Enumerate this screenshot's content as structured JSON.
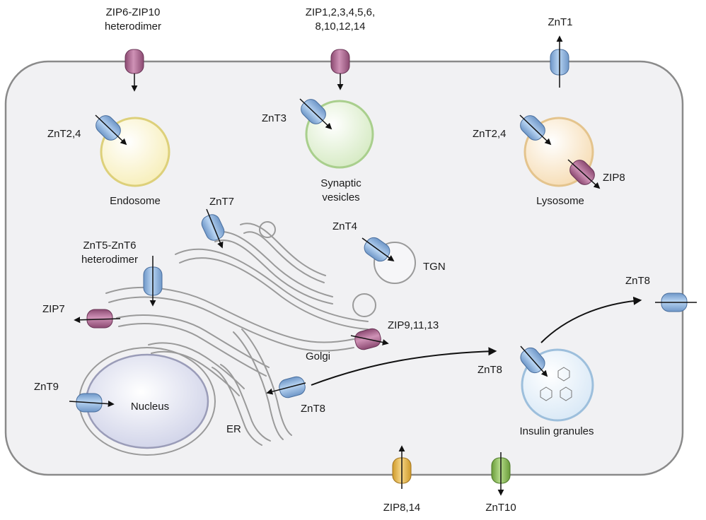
{
  "labels": {
    "zip6_zip10_line1": "ZIP6-ZIP10",
    "zip6_zip10_line2": "heterodimer",
    "zip_group_line1": "ZIP1,2,3,4,5,6,",
    "zip_group_line2": "8,10,12,14",
    "znt1": "ZnT1",
    "znt2_4_endosome": "ZnT2,4",
    "endosome": "Endosome",
    "znt3": "ZnT3",
    "synaptic_line1": "Synaptic",
    "synaptic_line2": "vesicles",
    "znt2_4_lysosome": "ZnT2,4",
    "zip8_lysosome": "ZIP8",
    "lysosome": "Lysosome",
    "znt7": "ZnT7",
    "znt4": "ZnT4",
    "tgn": "TGN",
    "znt5_znt6_line1": "ZnT5-ZnT6",
    "znt5_znt6_line2": "heterodimer",
    "zip7": "ZIP7",
    "zip9_11_13": "ZIP9,11,13",
    "golgi": "Golgi",
    "znt8_membrane": "ZnT8",
    "znt9": "ZnT9",
    "nucleus": "Nucleus",
    "er": "ER",
    "znt8_er": "ZnT8",
    "znt8_granule": "ZnT8",
    "insulin_granules": "Insulin granules",
    "zip8_14": "ZIP8,14",
    "znt10": "ZnT10"
  },
  "colors": {
    "cell_fill": "#f1f1f3",
    "cell_stroke": "#8a8a8a",
    "znt_blue": "#8fb6e3",
    "zip_purple": "#b06a92",
    "zip8_14_yellow": "#e8b84a",
    "znt10_green": "#8cbf5a",
    "endosome_fill": "#fbf6d2",
    "endosome_stroke": "#ddd07a",
    "synaptic_fill": "#e6f2da",
    "synaptic_stroke": "#a9cf8d",
    "lysosome_fill": "#fbead0",
    "lysosome_stroke": "#e4c48d",
    "nucleus_fill": "#dfe1f1",
    "nucleus_stroke": "#9a9cb8",
    "granule_fill": "#e5f0fa",
    "granule_stroke": "#9dbfdc"
  }
}
